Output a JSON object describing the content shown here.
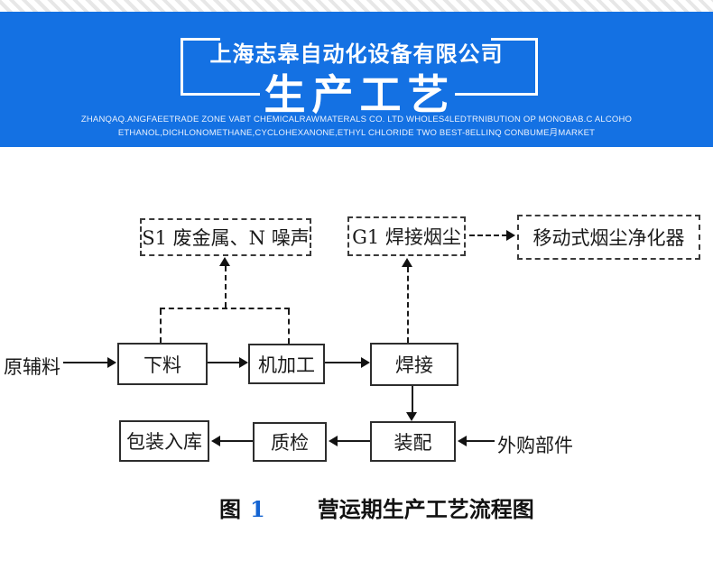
{
  "header": {
    "company_name": "上海志皋自动化设备有限公司",
    "main_title": "生产工艺",
    "tagline_line1": "ZHANQAQ.ANGFAEETRADE ZONE VABT CHEMICALRAWMATERALS CO. LTD WHOLES4LEDTRNIBUTION OP MONOBAB.C ALCOHO",
    "tagline_line2": "ETHANOL,DICHLONOMETHANE,CYCLOHEXANONE,ETHYL CHLORIDE TWO BEST-8ELLINQ CONBUME月MARKET",
    "background_color": "#1471e3"
  },
  "flowchart": {
    "emission_s1": "S1 废金属、N 噪声",
    "emission_g1": "G1 焊接烟尘",
    "purifier": "移动式烟尘净化器",
    "input_raw": "原辅料",
    "step_cutting": "下料",
    "step_machining": "机加工",
    "step_welding": "焊接",
    "step_assembly": "装配",
    "step_inspection": "质检",
    "step_packaging": "包装入库",
    "input_purchased": "外购部件"
  },
  "caption": {
    "figure_label": "图",
    "figure_number": "1",
    "title": "营运期生产工艺流程图",
    "number_color": "#1464d2"
  }
}
